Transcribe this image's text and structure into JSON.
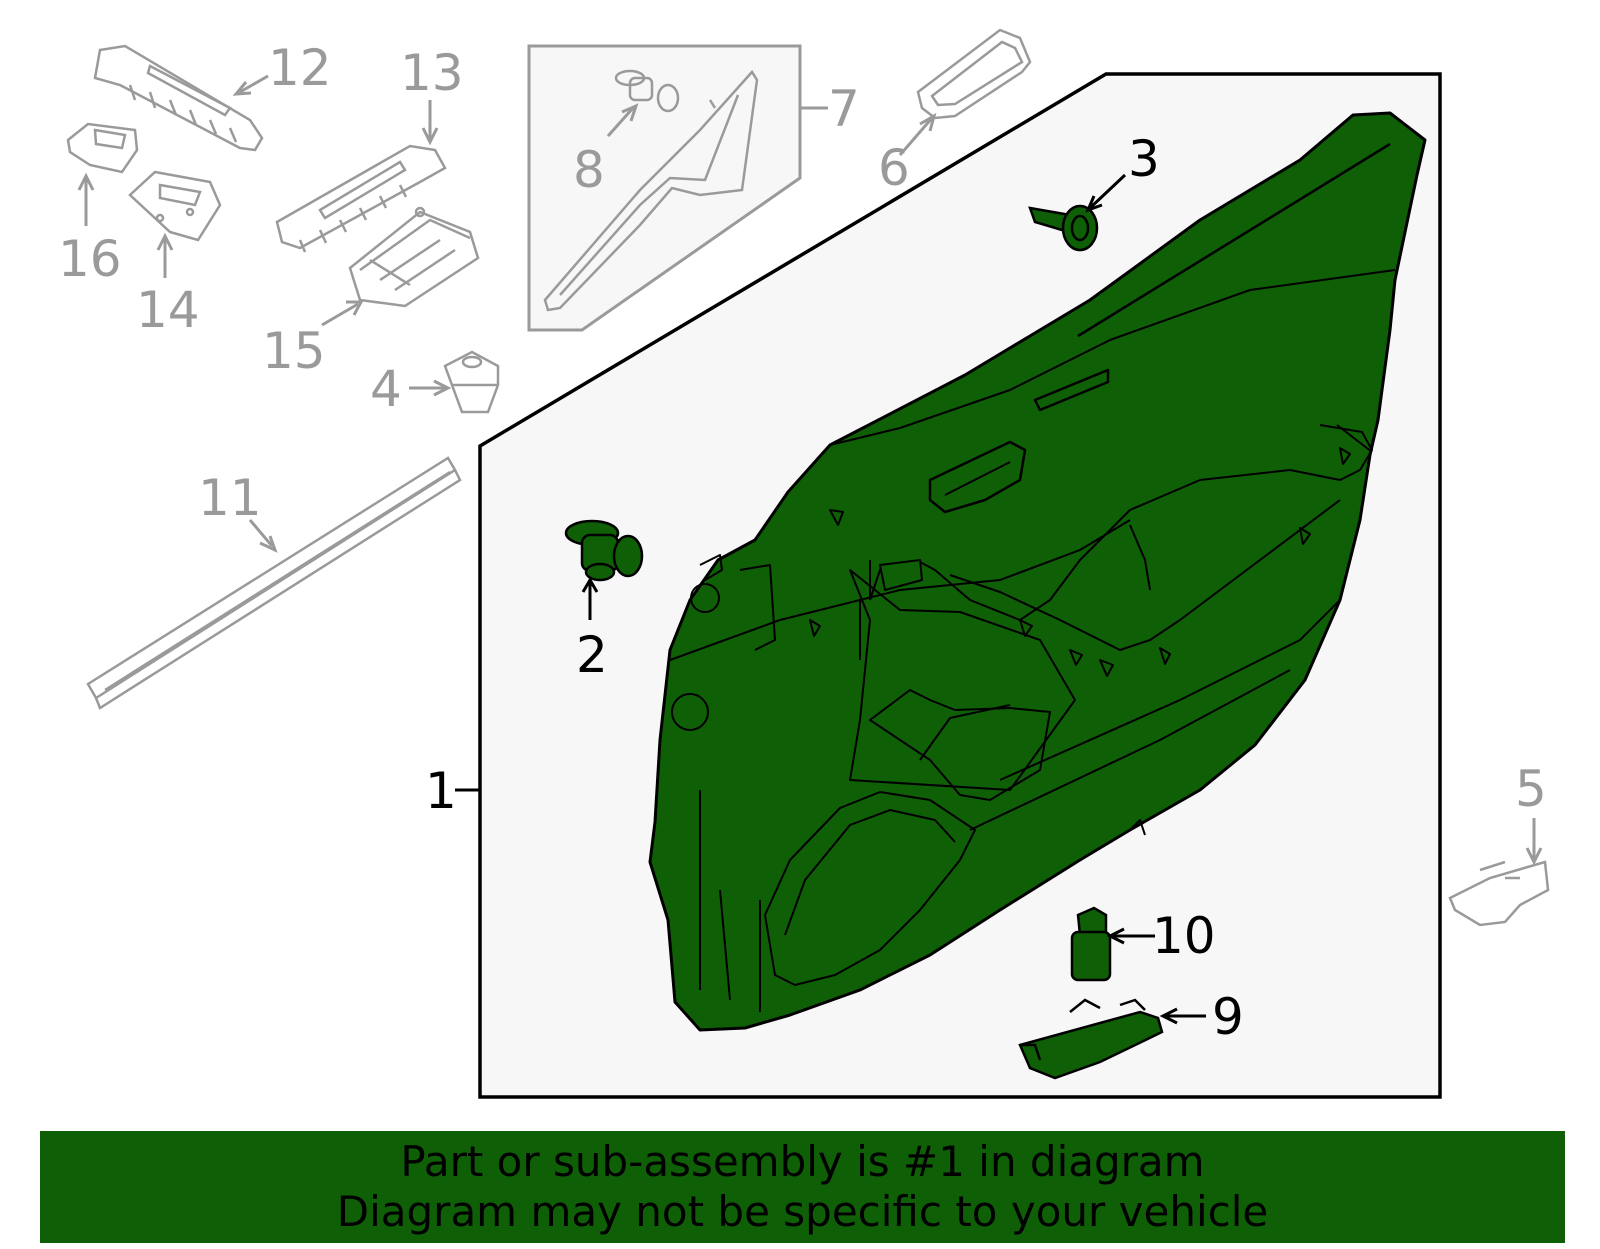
{
  "callouts": {
    "c1": "1",
    "c2": "2",
    "c3": "3",
    "c4": "4",
    "c5": "5",
    "c6": "6",
    "c7": "7",
    "c8": "8",
    "c9": "9",
    "c10": "10",
    "c11": "11",
    "c12": "12",
    "c13": "13",
    "c14": "14",
    "c15": "15",
    "c16": "16"
  },
  "banner": {
    "line1": "Part or sub-assembly is #1 in diagram",
    "line2": "Diagram may not be specific to your vehicle"
  },
  "colors": {
    "highlight_green": "#0f5f07",
    "part_grey": "#9a9a9a",
    "box_fill": "#f7f7f7",
    "outline": "#000000"
  }
}
